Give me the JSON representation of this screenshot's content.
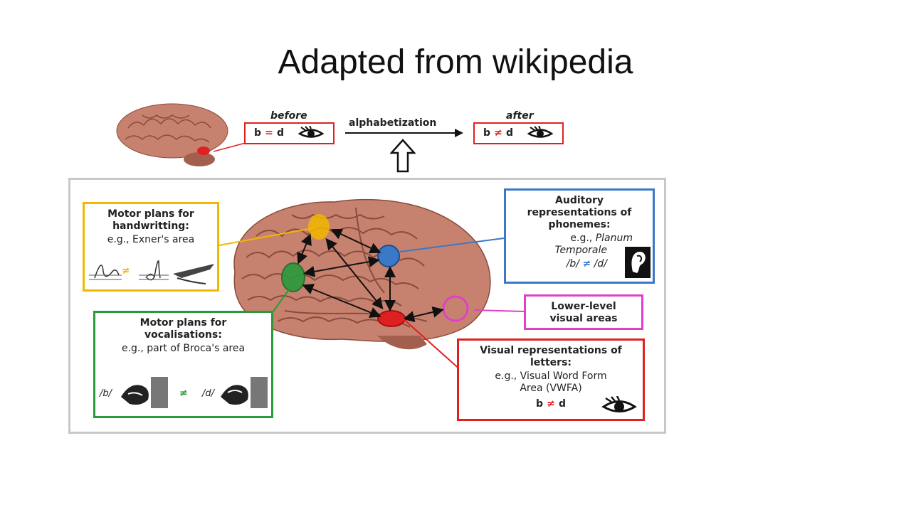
{
  "slide": {
    "title": "Adapted from wikipedia"
  },
  "top": {
    "before_label": "before",
    "after_label": "after",
    "process_label": "alphabetization",
    "before_left": "b",
    "before_op": "=",
    "before_right": "d",
    "after_left": "b",
    "after_op": "≠",
    "after_right": "d"
  },
  "boxes": {
    "motor_handwriting": {
      "title_1": "Motor plans for",
      "title_2": "handwritting:",
      "example": "e.g., Exner's area",
      "op": "≠"
    },
    "auditory": {
      "title_1": "Auditory",
      "title_2": "representations of",
      "title_3": "phonemes:",
      "example_prefix": "e.g.,",
      "example_1": "Planum",
      "example_2": "Temporale",
      "pair_left": "/b/",
      "pair_op": "≠",
      "pair_right": "/d/"
    },
    "lower_visual": {
      "title_1": "Lower-level",
      "title_2": "visual areas"
    },
    "motor_vocal": {
      "title_1": "Motor plans for",
      "title_2": "vocalisations:",
      "example": "e.g., part of Broca's area",
      "pair_left": "/b/",
      "pair_op": "≠",
      "pair_right": "/d/"
    },
    "visual_letters": {
      "title_1": "Visual representations of",
      "title_2": "letters:",
      "example_1": "e.g., Visual Word Form",
      "example_2": "Area (VWFA)",
      "pair_left": "b",
      "pair_op": "≠",
      "pair_right": "d"
    }
  },
  "colors": {
    "red": "#e02020",
    "yellow": "#f2b700",
    "blue": "#3a78c8",
    "green": "#2a9a3a",
    "pink": "#e040c8",
    "frame": "#c8c8c8",
    "brain": "#c7826f"
  }
}
